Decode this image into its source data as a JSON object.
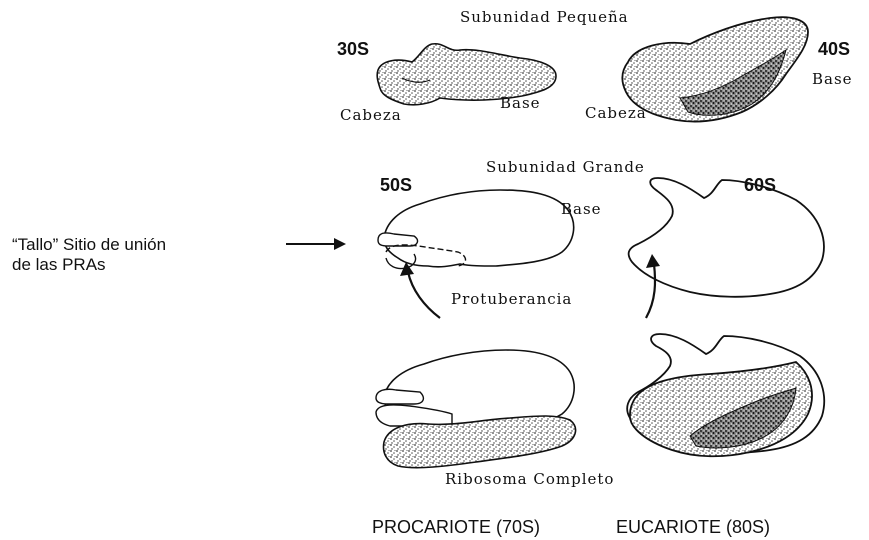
{
  "top": {
    "title": "Subunidad Pequeña",
    "left_code": "30S",
    "right_code": "40S",
    "left_head": "Cabeza",
    "left_base": "Base",
    "right_head": "Cabeza",
    "right_base": "Base"
  },
  "middle": {
    "title": "Subunidad Grande",
    "left_code": "50S",
    "right_code": "60S",
    "base": "Base",
    "stalk_line1": "“Tallo” Sitio de unión",
    "stalk_line2": "de las PRAs",
    "protuberance": "Protuberancia"
  },
  "bottom": {
    "title": "Ribosoma Completo",
    "left_caption": "PROCARIOTE (70S)",
    "right_caption": "EUCARIOTE (80S)"
  },
  "style": {
    "ink": "#111111",
    "stipple": "#555555",
    "dense": "#1a1a1a"
  }
}
